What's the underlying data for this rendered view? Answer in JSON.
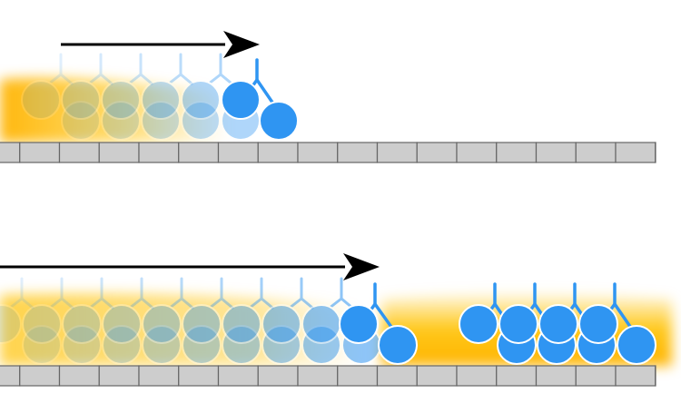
{
  "diagram": {
    "colors": {
      "motor": "#2f95f2",
      "motor_edge": "#ffffff",
      "track_fill": "#cdcdcd",
      "track_edge": "#666666",
      "trail": "#ffc107",
      "arrow": "#000000"
    },
    "panels": [
      {
        "name": "top-panel",
        "ghost_motor_count": 5,
        "active_motor_count": 1,
        "stationary_motor_count": 0
      },
      {
        "name": "bottom-panel",
        "ghost_motor_count": 9,
        "active_motor_count": 1,
        "stationary_motor_count": 4
      }
    ]
  }
}
